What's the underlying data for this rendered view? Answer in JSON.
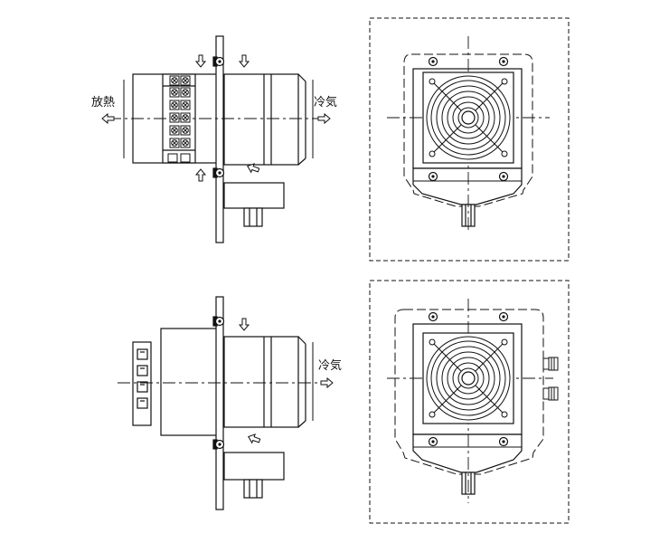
{
  "labels": {
    "heat_release": "放熱",
    "cool_air_top": "冷気",
    "cool_air_bottom": "冷気"
  },
  "colors": {
    "line": "#111111",
    "background": "#ffffff"
  },
  "icons": {
    "flow_arrow": "hollow-arrow-icon",
    "bolt": "bolt-icon",
    "fan": "fan-guard-icon",
    "tube": "tube-fitting-icon"
  }
}
